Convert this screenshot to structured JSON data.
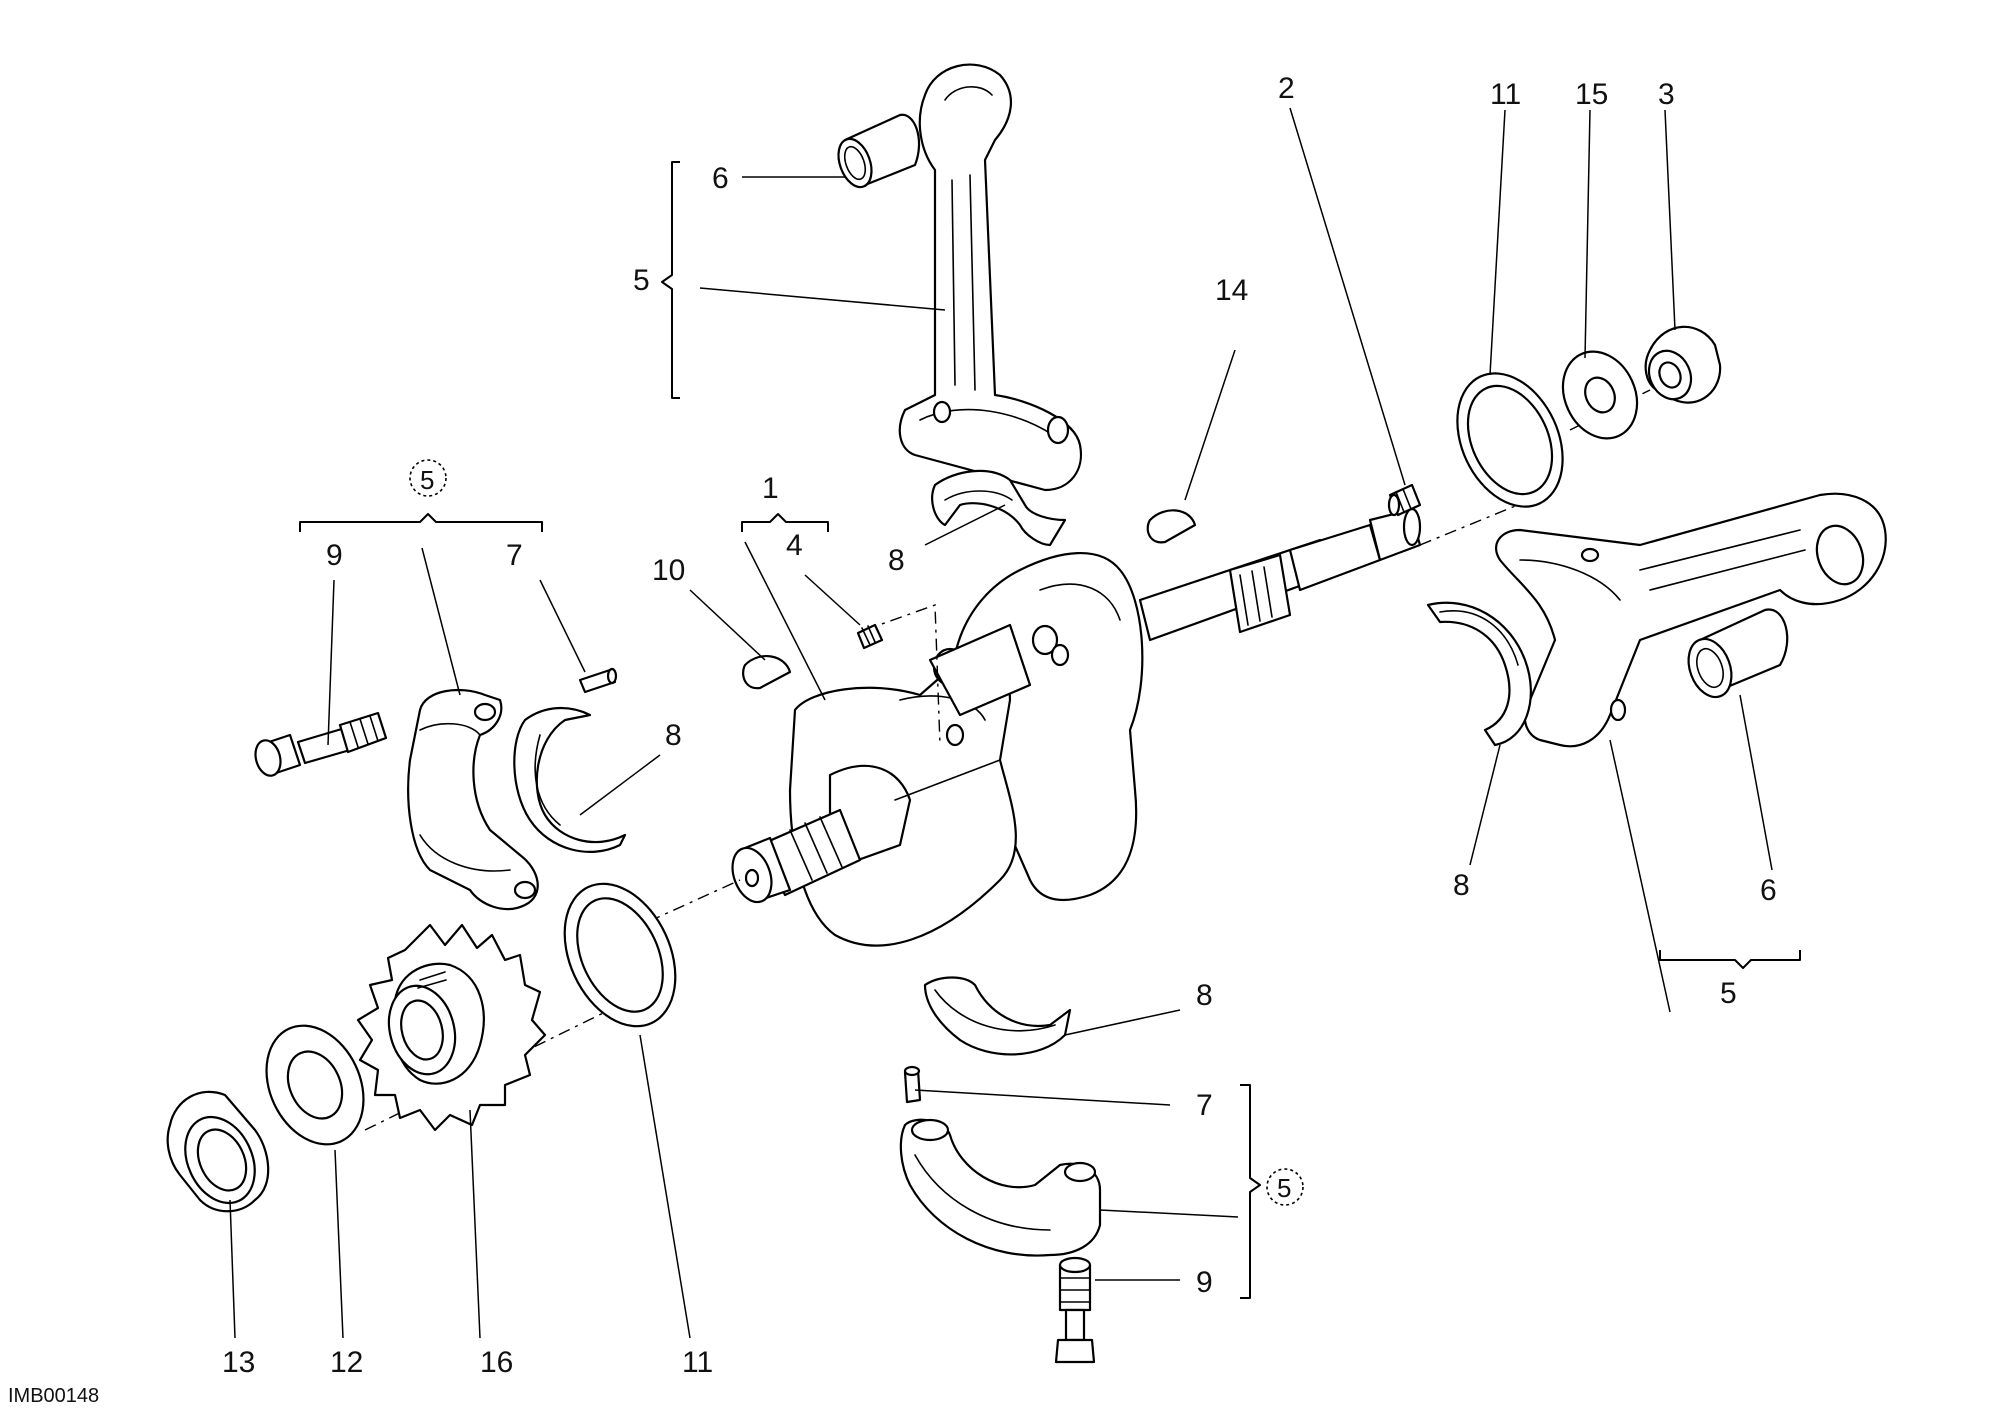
{
  "diagram": {
    "labels": {
      "l6_top": "6",
      "l5_top": "5",
      "l2": "2",
      "l11_tr": "11",
      "l15": "15",
      "l3": "3",
      "l14": "14",
      "l1": "1",
      "l4": "4",
      "l10": "10",
      "l8_a": "8",
      "l5_circle_left": "5",
      "l9_left": "9",
      "l7_left": "7",
      "l8_left": "8",
      "l8_right": "8",
      "l6_right": "6",
      "l5_right": "5",
      "l8_bottom": "8",
      "l7_bottom": "7",
      "l5_circle_bottom": "5",
      "l9_bottom": "9",
      "l13": "13",
      "l12": "12",
      "l16": "16",
      "l11_bottom": "11"
    },
    "image_code": "IMB00148"
  }
}
